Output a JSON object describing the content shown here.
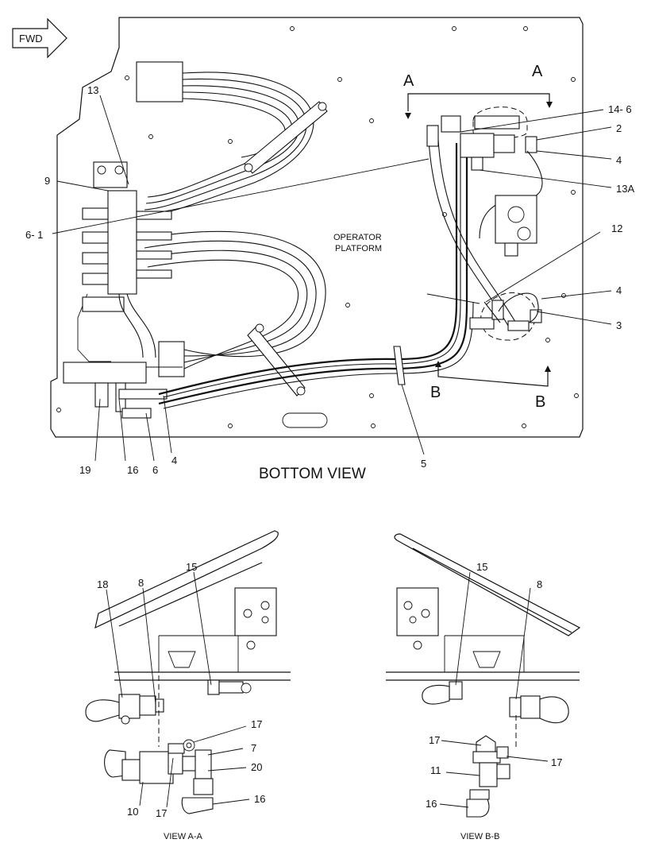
{
  "direction": {
    "label": "FWD"
  },
  "bottom_view": {
    "title": "BOTTOM VIEW",
    "platform_label": [
      "OPERATOR",
      "PLATFORM"
    ],
    "section_markers": {
      "a_left": "A",
      "a_right": "A",
      "b_left": "B",
      "b_right": "B"
    },
    "callouts": {
      "c13": "13",
      "c9": "9",
      "c6_1": "6- 1",
      "c14_6": "14- 6",
      "c2": "2",
      "c4a": "4",
      "c13a": "13A",
      "c12": "12",
      "c4b": "4",
      "c3": "3",
      "c5": "5",
      "c19": "19",
      "c16": "16",
      "c6": "6",
      "c4c": "4"
    }
  },
  "view_aa": {
    "title": "VIEW A-A",
    "callouts": {
      "c18": "18",
      "c8": "8",
      "c15": "15",
      "c17a": "17",
      "c7": "7",
      "c20": "20",
      "c16": "16",
      "c10": "10",
      "c17b": "17"
    }
  },
  "view_bb": {
    "title": "VIEW B-B",
    "callouts": {
      "c15": "15",
      "c8": "8",
      "c17a": "17",
      "c17b": "17",
      "c11": "11",
      "c16": "16"
    }
  }
}
